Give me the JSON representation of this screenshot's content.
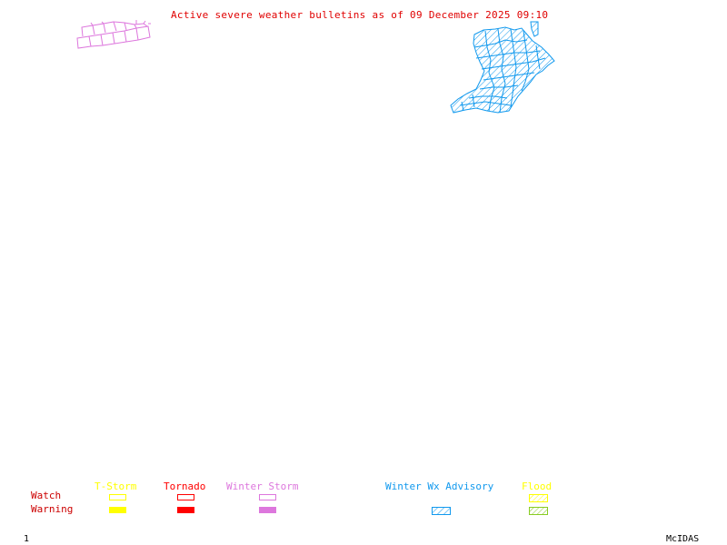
{
  "title": "Active severe weather bulletins as of 09 December 2025 09:10",
  "colors": {
    "title": "#e00000",
    "row_label": "#cc0000",
    "tstorm": "#ffff00",
    "tornado": "#ff0000",
    "winter_storm": "#dd77dd",
    "winter_wx_advisory": "#1199ee",
    "flood_watch": "#ffff00",
    "flood_warning": "#88cc22"
  },
  "legend": {
    "row_labels": {
      "watch": "Watch",
      "warning": "Warning"
    },
    "categories": [
      {
        "key": "tstorm",
        "label": "T-Storm",
        "watch": "outline",
        "warning": "solid"
      },
      {
        "key": "tornado",
        "label": "Tornado",
        "watch": "outline",
        "warning": "solid"
      },
      {
        "key": "winter_storm",
        "label": "Winter Storm",
        "watch": "outline",
        "warning": "solid"
      },
      {
        "key": "winter_wx_advisory",
        "label": "Winter Wx Advisory",
        "watch": "none",
        "warning": "hatched"
      },
      {
        "key": "flood",
        "label": "Flood",
        "watch": "hatched",
        "warning": "hatched"
      }
    ]
  },
  "map_regions": [
    {
      "name": "winter-storm-warning-zones",
      "type": "Winter Storm",
      "style": "outline",
      "location": "upper-left"
    },
    {
      "name": "winter-wx-advisory-zones",
      "type": "Winter Wx Advisory",
      "style": "hatched",
      "location": "upper-right"
    }
  ],
  "footer": {
    "frame_number": "1",
    "software": "McIDAS"
  }
}
